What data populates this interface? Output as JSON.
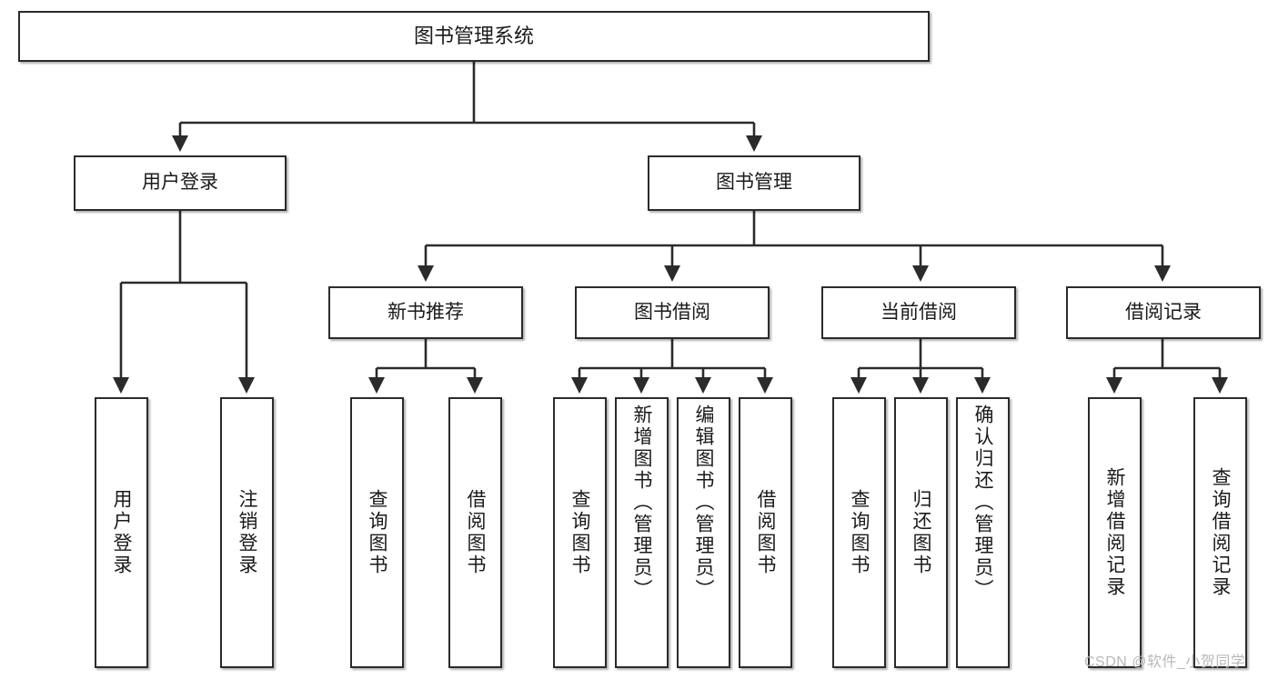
{
  "diagram": {
    "title_node": {
      "label": "图书管理系统"
    },
    "level1": [
      {
        "id": "user-login",
        "label": "用户登录"
      },
      {
        "id": "book-management",
        "label": "图书管理"
      }
    ],
    "level2": [
      {
        "id": "new-book-recommend",
        "label": "新书推荐"
      },
      {
        "id": "book-borrow",
        "label": "图书借阅"
      },
      {
        "id": "current-borrow",
        "label": "当前借阅"
      },
      {
        "id": "borrow-record",
        "label": "借阅记录"
      }
    ],
    "leaves": {
      "user_login": [
        {
          "id": "leaf-user-login",
          "label": "用户登录"
        },
        {
          "id": "leaf-logout-login",
          "label": "注销登录"
        }
      ],
      "new_book_recommend": [
        {
          "id": "leaf-query-book-1",
          "label": "查询图书"
        },
        {
          "id": "leaf-borrow-book-1",
          "label": "借阅图书"
        }
      ],
      "book_borrow": [
        {
          "id": "leaf-query-book-2",
          "label": "查询图书"
        },
        {
          "id": "leaf-add-book-admin",
          "label": "新增图书（管理员）"
        },
        {
          "id": "leaf-edit-book-admin",
          "label": "编辑图书（管理员）"
        },
        {
          "id": "leaf-borrow-book-2",
          "label": "借阅图书"
        }
      ],
      "current_borrow": [
        {
          "id": "leaf-query-book-3",
          "label": "查询图书"
        },
        {
          "id": "leaf-return-book",
          "label": "归还图书"
        },
        {
          "id": "leaf-confirm-return-admin",
          "label": "确认归还（管理员）"
        }
      ],
      "borrow_record": [
        {
          "id": "leaf-add-borrow-record",
          "label": "新增借阅记录"
        },
        {
          "id": "leaf-query-borrow-record",
          "label": "查询借阅记录"
        }
      ]
    },
    "watermark": {
      "text": "CSDN @软件_小贺同学"
    },
    "colors": {
      "stroke": "#2b2b2b",
      "fill": "#ffffff",
      "text": "#1a1a1a",
      "watermark": "#b9b9b9"
    }
  }
}
